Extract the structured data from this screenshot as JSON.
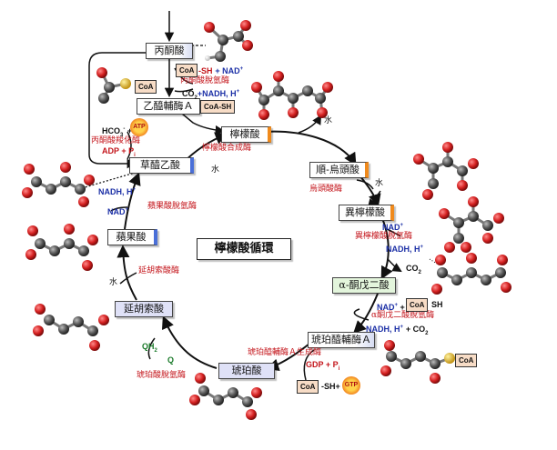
{
  "center_title": "檸檬酸循環",
  "metabolites": {
    "pyruvate": "丙酮酸",
    "acetyl_coa": "乙醯輔酶Ａ",
    "citrate": "檸檬酸",
    "cis_aconitate": "順-烏頭酸",
    "isocitrate": "異檸檬酸",
    "alpha_ketoglutarate": "α-酮戊二酸",
    "succinyl_coa": "琥珀醯輔酶Ａ",
    "succinate": "琥珀酸",
    "fumarate": "延胡索酸",
    "malate": "蘋果酸",
    "oxaloacetate": "草醯乙酸"
  },
  "enzymes": {
    "pyruvate_dehydrogenase": "丙酮酸脫氫酶",
    "pyruvate_carboxylase": "丙酮酸羧化酶",
    "citrate_synthase": "檸檬酸合成酶",
    "aconitase": "烏頭酸酶",
    "isocitrate_dehydrogenase": "異檸檬酸脫氫酶",
    "akg_dehydrogenase": "α酮戊二酸脫氫酶",
    "succinyl_coa_synthetase": "琥珀醯輔酶Ａ生成酶",
    "succinate_dehydrogenase": "琥珀酸脫氫酶",
    "fumarase": "延胡索酸酶",
    "malate_dehydrogenase": "蘋果酸脫氫酶"
  },
  "cofactors": {
    "coa": "CoA",
    "sh": "SH",
    "sh_dash": "-SH",
    "plus_nad": "+ NAD",
    "nad": "NAD",
    "nadh_h": "NADH, H",
    "co2_nadh": "CO",
    "co2_nadh_tail": "+NADH, H",
    "co2": "CO",
    "plus_co2": "+ CO",
    "sup_plus": "+",
    "sub_2": "2",
    "hco3": "HCO",
    "sub_3": "3",
    "sup_minus": "-",
    "plus": "+",
    "atp": "ATP",
    "adp_pi": "ADP + P",
    "sub_i": "i",
    "gdp_pi": "GDP + P",
    "gtp": "GTP",
    "water": "水",
    "qh2": "QH",
    "q": "Q",
    "comma": ","
  },
  "colors": {
    "enzyme_text": "#c4161c",
    "cofactor_text": "#1b2fa6",
    "coenzyme_q": "#1a7a2a",
    "arrow": "#111111",
    "oxygen_atom": "#d42020",
    "carbon_atom": "#555555",
    "sulfur_atom": "#e0b020",
    "coa_box": "#f7dcc6"
  },
  "icons": {
    "atp_burst": "starburst-icon",
    "gtp_burst": "starburst-icon",
    "molecule_models": "ball-and-stick-molecule-icon"
  }
}
